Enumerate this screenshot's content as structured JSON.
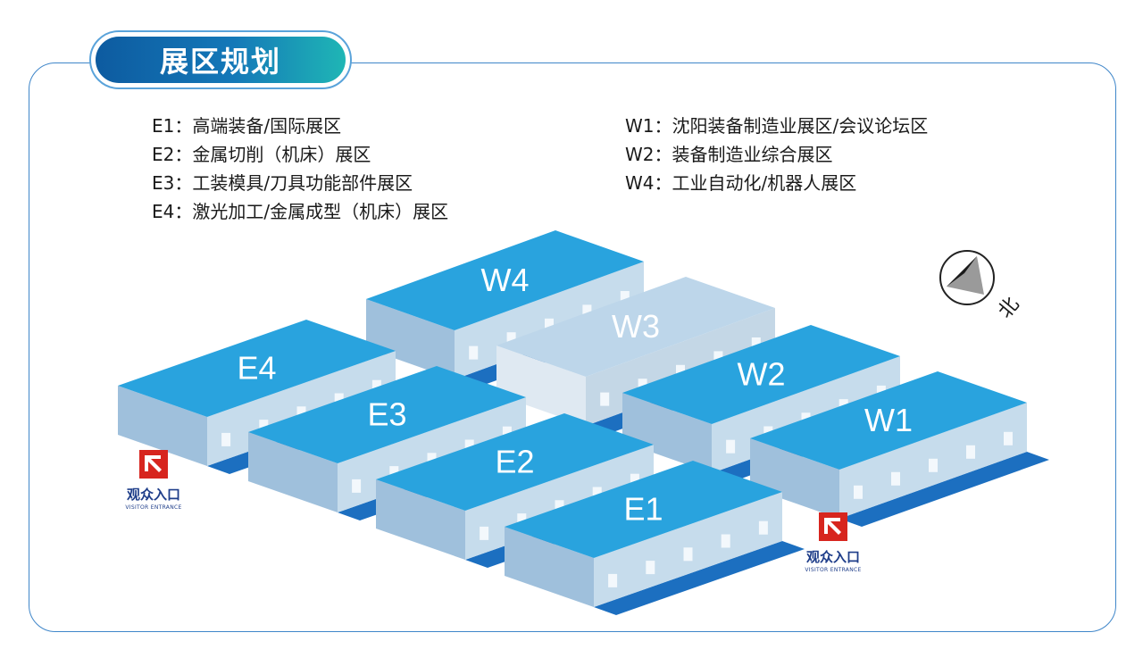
{
  "title": "展区规划",
  "legend_e": [
    "E1：高端装备/国际展区",
    "E2：金属切削（机床）展区",
    "E3：工装模具/刀具功能部件展区",
    "E4：激光加工/金属成型（机床）展区"
  ],
  "legend_w": [
    "W1：沈阳装备制造业展区/会议论坛区",
    "W2：装备制造业综合展区",
    "W4：工业自动化/机器人展区"
  ],
  "halls": [
    "E4",
    "E3",
    "E2",
    "E1",
    "W4",
    "W3",
    "W2",
    "W1"
  ],
  "compass": {
    "label": "北"
  },
  "entrance": {
    "label_cn": "观众入口",
    "label_en": "VISITOR ENTRANCE"
  },
  "colors": {
    "roof": "#29a3de",
    "roof_inactive": "#bdd6ea",
    "wall_front": "#c6dcec",
    "wall_side": "#9fc0dc",
    "shadow": "#1c6fc0",
    "entrance_red": "#d7251e",
    "text_dark_blue": "#1f3e8a"
  }
}
